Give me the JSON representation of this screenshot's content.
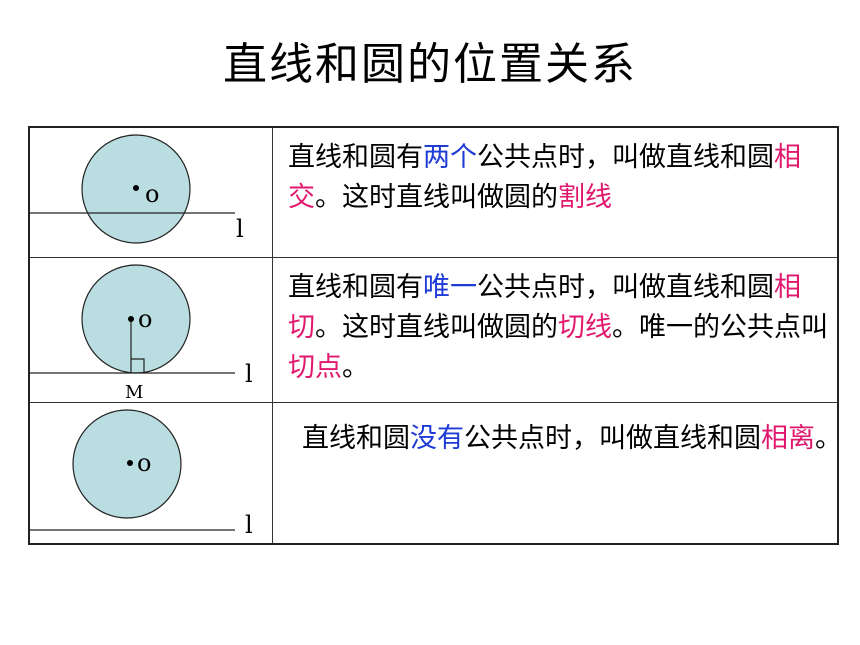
{
  "title": "直线和圆的位置关系",
  "rows": [
    {
      "figure": {
        "center_label": "o",
        "line_label": "l"
      },
      "text": {
        "part1": "直线和圆有",
        "hl1": "两个",
        "part2": "公共点时，叫做直线和圆",
        "hl2": "相交",
        "part3": "。这时直线叫做圆的",
        "hl3": "割线"
      }
    },
    {
      "figure": {
        "center_label": "o",
        "line_label": "l",
        "foot_label": "M"
      },
      "text": {
        "part1": "直线和圆有",
        "hl1": "唯一",
        "part2": "公共点时，叫做直线和圆",
        "hl2": "相切",
        "part3": "。这时直线叫做圆的",
        "hl3": "切线",
        "part4": "。唯一的公共点叫",
        "hl4": "切点",
        "part5": "。"
      }
    },
    {
      "figure": {
        "center_label": "o",
        "line_label": "l"
      },
      "text": {
        "part1": "直线和圆",
        "hl1": "没有",
        "part2": "公共点时，叫做直线和圆",
        "hl2": "相离",
        "part3": "。"
      }
    }
  ],
  "colors": {
    "circle_fill": "#b9dde0",
    "highlight_blue": "#1f3bd6",
    "highlight_pink": "#e0186e"
  }
}
